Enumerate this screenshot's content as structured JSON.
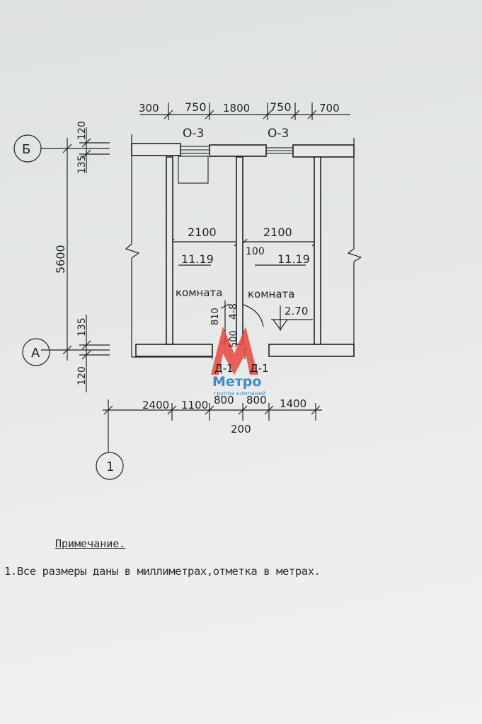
{
  "axes": {
    "row_b": "Б",
    "row_a": "А",
    "col_1": "1"
  },
  "dims_top": {
    "d1": "300",
    "d2": "750",
    "d3": "1800",
    "d4": "750",
    "d5": "700"
  },
  "dims_bottom": {
    "d1": "2400",
    "d2": "1100",
    "d3": "800",
    "d4": "800",
    "d5": "1400",
    "d6": "200"
  },
  "dims_left": {
    "top_120": "120",
    "top_135": "135",
    "total": "5600",
    "bottom_135": "135",
    "bottom_120": "120"
  },
  "windows": {
    "left": "О-3",
    "right": "О-3"
  },
  "doors": {
    "left": "Д-1",
    "right": "Д-1",
    "height": "810",
    "label": "4-8",
    "width": "500"
  },
  "rooms": {
    "left": {
      "width": "2100",
      "area": "11.19",
      "name": "комната"
    },
    "right": {
      "width": "2100",
      "area": "11.19",
      "name": "комната"
    },
    "partition": "100"
  },
  "elevation": "2.70",
  "watermark": {
    "brand": "Метро",
    "tagline": "группа компаний",
    "color": "#e8463c",
    "text_color": "#2f7fc1"
  },
  "note": {
    "title": "Примечание.",
    "line1": "1.Все размеры даны в миллиметрах,отметка в метрах."
  }
}
